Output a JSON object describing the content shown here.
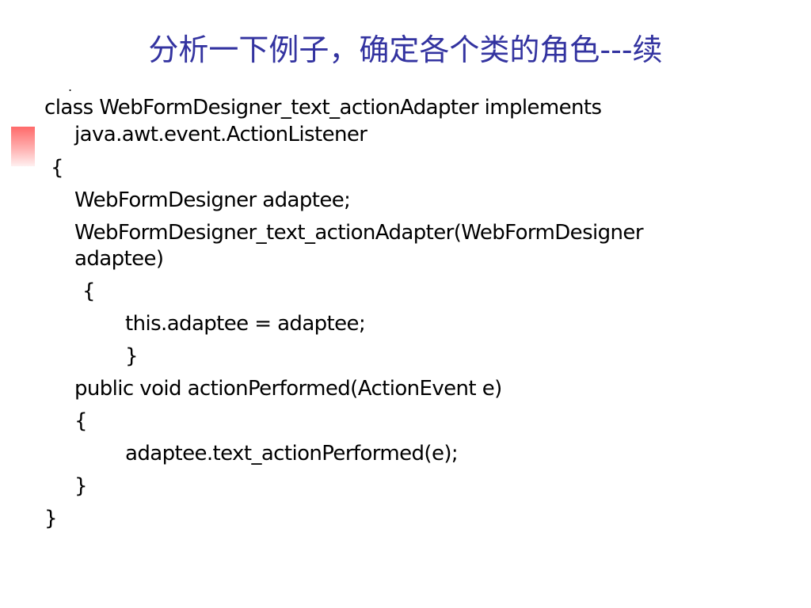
{
  "slide": {
    "title": "分析一下例子，确定各个类的角色---续",
    "stray_mark": "."
  },
  "code": {
    "lines": [
      "class WebFormDesigner_text_actionAdapter implements",
      "java.awt.event.ActionListener",
      "{",
      "WebFormDesigner adaptee;",
      "WebFormDesigner_text_actionAdapter(WebFormDesigner",
      "adaptee)",
      "{",
      "this.adaptee = adaptee;",
      "}",
      "public void actionPerformed(ActionEvent e)",
      "{",
      "adaptee.text_actionPerformed(e);",
      "}",
      "}"
    ]
  },
  "colors": {
    "title": "#3333a0",
    "accent": "#ff6a6a",
    "text": "#000000"
  }
}
